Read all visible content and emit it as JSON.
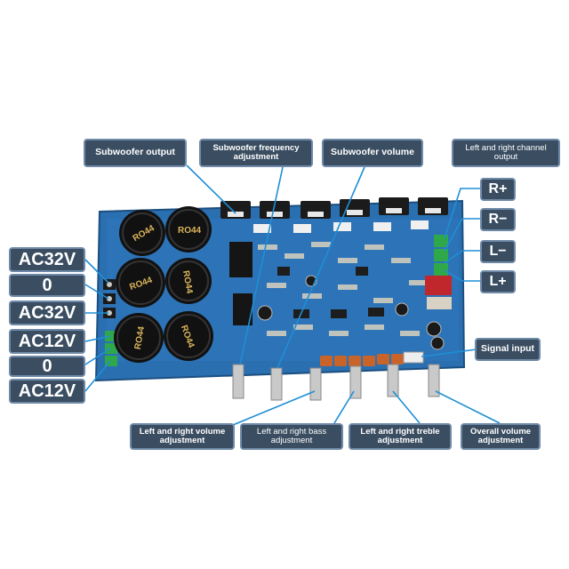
{
  "labels": {
    "subwoofer_output": "Subwoofer output",
    "subwoofer_frequency_adjustment": "Subwoofer frequency adjustment",
    "subwoofer_volume": "Subwoofer volume",
    "lr_channel_output": "Left and right channel output",
    "r_plus": "R+",
    "r_minus": "R−",
    "l_minus": "L−",
    "l_plus": "L+",
    "ac32v_top": "AC32V",
    "zero_top": "0",
    "ac32v_bottom": "AC32V",
    "ac12v_top": "AC12V",
    "zero_bottom": "0",
    "ac12v_bottom": "AC12V",
    "signal_input": "Signal input",
    "lr_volume_adjustment": "Left and right volume adjustment",
    "lr_bass_adjustment": "Left and right bass adjustment",
    "lr_treble_adjustment": "Left and right treble adjustment",
    "overall_volume_adjustment": "Overall volume adjustment"
  },
  "board_markings": {
    "capacitor_marking": "RO44"
  },
  "colors": {
    "label_bg": "#3a4d61",
    "leader_line": "#1e8fd6",
    "pcb": "#2a6fb0"
  }
}
